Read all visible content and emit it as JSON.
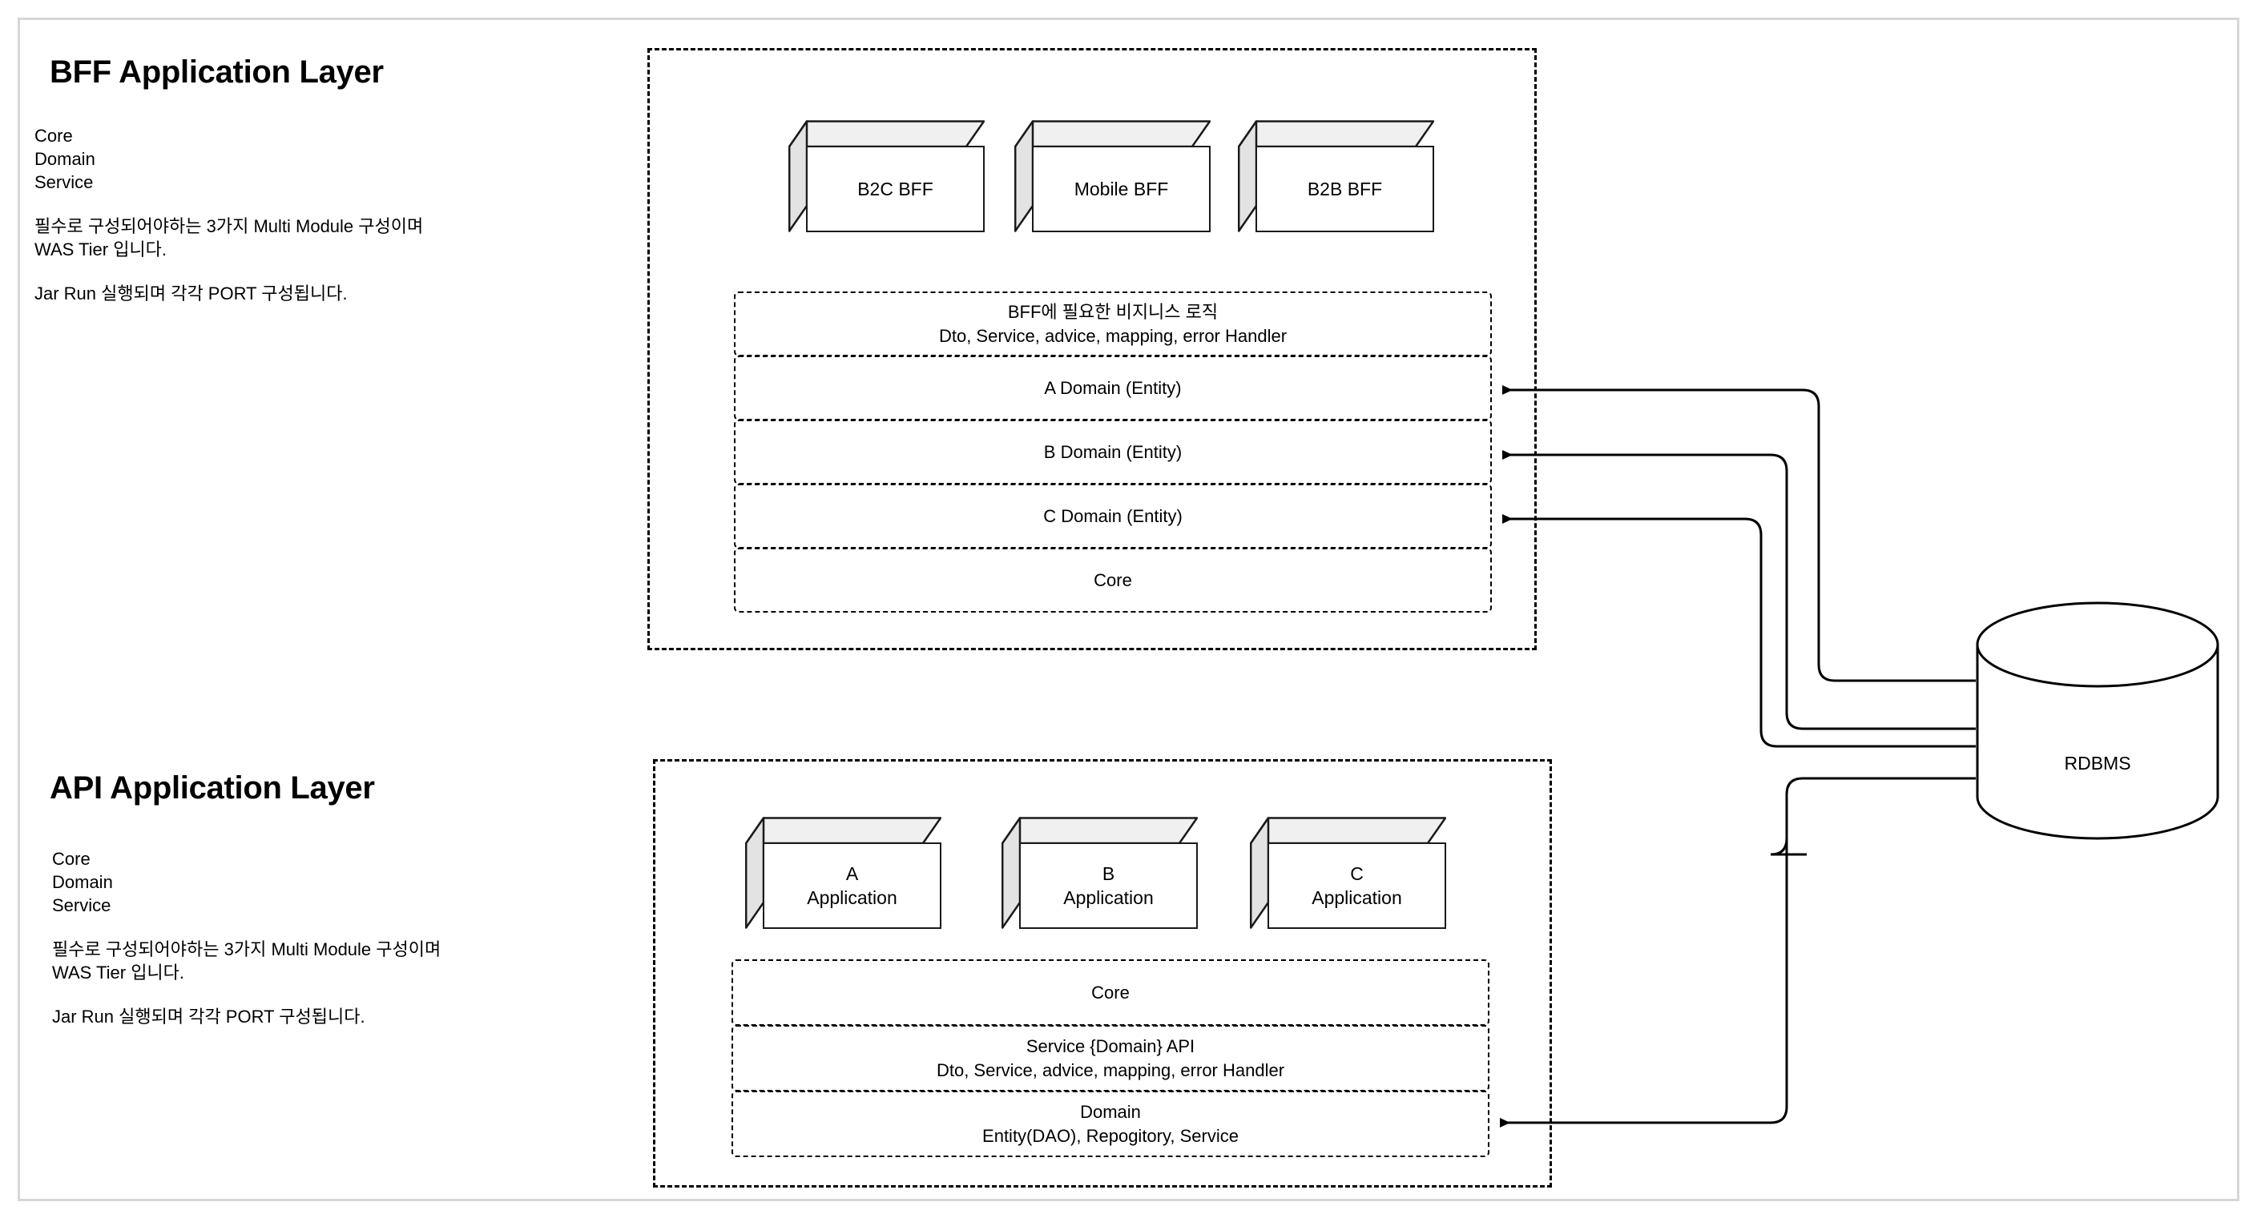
{
  "diagram": {
    "title_bff": "BFF Application Layer",
    "title_api": "API Application Layer",
    "bff_desc": {
      "modules": [
        "Core",
        "Domain",
        "Service"
      ],
      "para1_line1": "필수로 구성되어야하는 3가지 Multi Module 구성이며",
      "para1_line2": "WAS Tier 입니다.",
      "para2": "Jar Run 실행되며 각각 PORT 구성됩니다."
    },
    "api_desc": {
      "modules": [
        "Core",
        "Domain",
        "Service"
      ],
      "para1_line1": "필수로 구성되어야하는 3가지 Multi Module 구성이며",
      "para1_line2": "WAS Tier 입니다.",
      "para2": "Jar Run 실행되며 각각 PORT 구성됩니다."
    },
    "bff_cubes": [
      {
        "line1": "B2C BFF",
        "line2": ""
      },
      {
        "line1": "Mobile BFF",
        "line2": ""
      },
      {
        "line1": "B2B BFF",
        "line2": ""
      }
    ],
    "api_cubes": [
      {
        "line1": "A",
        "line2": "Application"
      },
      {
        "line1": "B",
        "line2": "Application"
      },
      {
        "line1": "C",
        "line2": "Application"
      }
    ],
    "bff_rows": [
      {
        "line1": "BFF에 필요한 비지니스 로직",
        "line2": "Dto, Service, advice, mapping, error Handler"
      },
      {
        "line1": "A Domain (Entity)",
        "line2": ""
      },
      {
        "line1": "B Domain (Entity)",
        "line2": ""
      },
      {
        "line1": "C Domain (Entity)",
        "line2": ""
      },
      {
        "line1": "Core",
        "line2": ""
      }
    ],
    "api_rows": [
      {
        "line1": "Core",
        "line2": ""
      },
      {
        "line1": "Service {Domain} API",
        "line2": "Dto, Service, advice, mapping, error Handler"
      },
      {
        "line1": "Domain",
        "line2": "Entity(DAO), Repogitory, Service"
      }
    ],
    "database": {
      "label": "RDBMS"
    },
    "colors": {
      "stroke": "#000000",
      "cube_top": "#f0f0f0",
      "cube_side": "#e3e3e3",
      "page_border": "#d6d6d6"
    }
  }
}
